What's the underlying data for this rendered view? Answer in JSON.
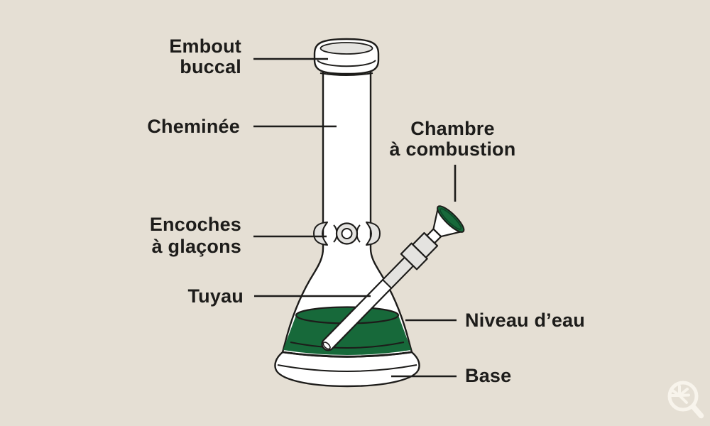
{
  "labels": {
    "embout_buccal": {
      "line1": "Embout",
      "line2": "buccal"
    },
    "cheminee": "Cheminée",
    "chambre_combustion": {
      "line1": "Chambre",
      "line2": "à combustion"
    },
    "encoches_glacons": {
      "line1": "Encoches",
      "line2": "à glaçons"
    },
    "tuyau": "Tuyau",
    "niveau_eau": "Niveau d’eau",
    "base": "Base"
  },
  "colors": {
    "background": "#e5dfd4",
    "outline": "#1d1c1a",
    "glass_white": "#ffffff",
    "glass_gray": "#e4e3e0",
    "water_green": "#17693a",
    "bowl_rim_green_dark": "#0d4527",
    "logo_cream": "#f8f4ec",
    "text": "#1d1c1a"
  },
  "icons": {
    "logo": "magnifier-cannabis-icon"
  }
}
